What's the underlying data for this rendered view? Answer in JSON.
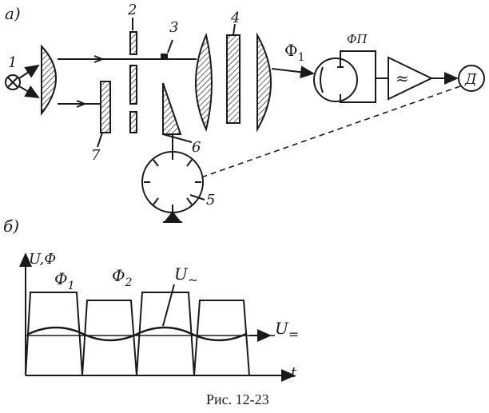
{
  "panel_a": {
    "label": "а)",
    "components": {
      "source": "1",
      "disk_slits": "2",
      "sample": "3",
      "filter": "4",
      "disk": "5",
      "wedge": "6",
      "comb": "7"
    },
    "flux_label": "Ф",
    "flux_sub": "1",
    "photocell_label": "ФП",
    "amplifier_symbol": "≈",
    "motor_label": "Д"
  },
  "panel_b": {
    "label": "б)",
    "y_axis_label": "U,Ф",
    "x_axis_label": "t",
    "phi1_main": "Ф",
    "phi1_sub": "1",
    "phi2_main": "Ф",
    "phi2_sub": "2",
    "u_ac_main": "U",
    "u_ac_sub": "~",
    "u_dc_main": "U",
    "u_dc_sub": "="
  },
  "caption": "Рис. 12-23"
}
